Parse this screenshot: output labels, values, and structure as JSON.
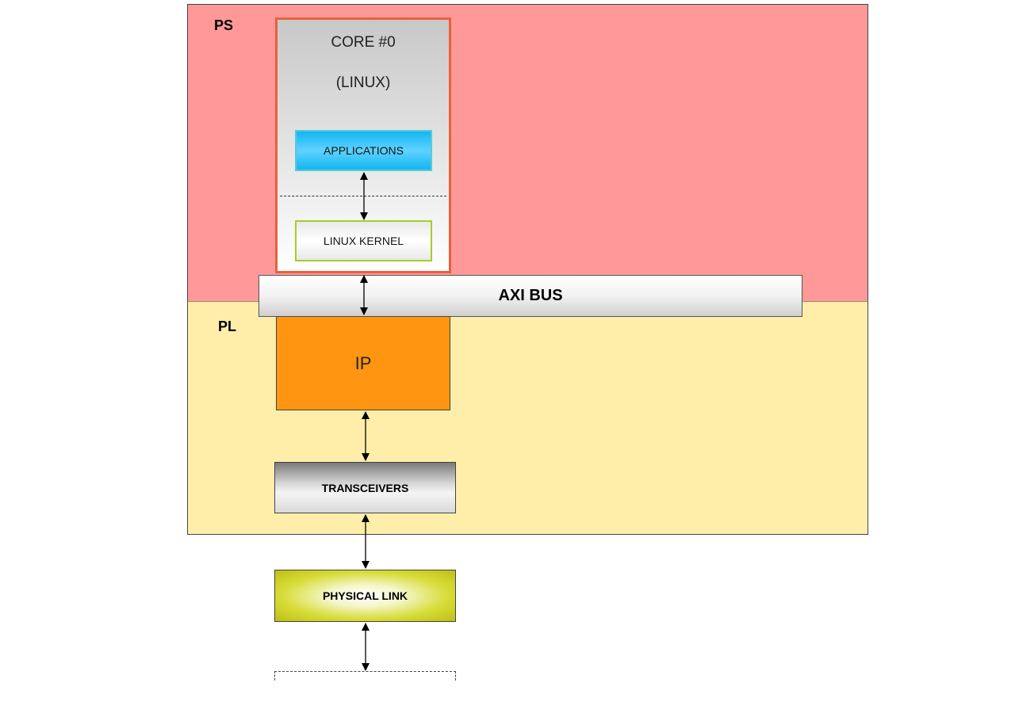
{
  "regions": {
    "ps_label": "PS",
    "pl_label": "PL"
  },
  "core": {
    "title": "CORE #0",
    "subtitle": "(LINUX)"
  },
  "blocks": {
    "applications": "APPLICATIONS",
    "linux_kernel": "LINUX KERNEL",
    "axi_bus": "AXI BUS",
    "ip": "IP",
    "transceivers": "TRANSCEIVERS",
    "physical_link": "PHYSICAL LINK"
  },
  "colors": {
    "ps_region": "#ff9999",
    "pl_region": "#ffeeaa",
    "core_border": "#e8613c",
    "applications": "#12b6f2",
    "linux_kernel_border": "#a8cc2a",
    "ip": "#ff9511",
    "physical_link": "#c8cc20"
  }
}
